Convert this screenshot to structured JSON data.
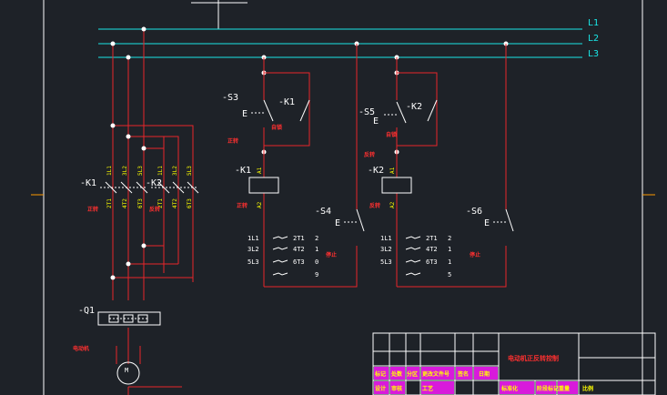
{
  "colors": {
    "background": "#1e2228",
    "wire": "#e8252a",
    "symbol": "#ffffff",
    "bus": "#19e6e6",
    "text_yellow": "#ffff00",
    "title_fill": "#d81adb"
  },
  "bus": {
    "l1": "L1",
    "l2": "L2",
    "l3": "L3"
  },
  "power": {
    "k1": {
      "tag": "-K1",
      "terminals": [
        "1L1",
        "3L2",
        "5L3",
        "2T1",
        "4T2",
        "6T3"
      ],
      "note": "正转"
    },
    "k2": {
      "tag": "-K2",
      "terminals": [
        "1L1",
        "3L2",
        "5L3",
        "2T1",
        "4T2",
        "6T3"
      ],
      "note": "反转"
    },
    "q1": {
      "tag": "-Q1"
    },
    "motor": {
      "label": "M",
      "note": "电动机"
    }
  },
  "control1": {
    "s3": "-S3",
    "k1_contact": "-K1",
    "k1_contact_note": "自锁",
    "s3_note": "正转",
    "coil": "-K1",
    "coil_a1": "A1",
    "coil_a2": "A2",
    "coil_note": "正转",
    "s4": "-S4",
    "s4_note": "停止",
    "relay_rows": [
      {
        "left": "1L1",
        "right": "2T1",
        "num": "2"
      },
      {
        "left": "3L2",
        "right": "4T2",
        "num": "1"
      },
      {
        "left": "5L3",
        "right": "6T3",
        "num": "0"
      },
      {
        "left": "",
        "right": "",
        "num": "9"
      }
    ]
  },
  "control2": {
    "s5": "-S5",
    "k2_contact": "-K2",
    "k2_contact_note": "自锁",
    "s5_note": "反转",
    "coil": "-K2",
    "coil_a1": "A1",
    "coil_a2": "A2",
    "coil_note": "反转",
    "relay_rows": [
      {
        "left": "1L1",
        "right": "2T1",
        "num": "2"
      },
      {
        "left": "3L2",
        "right": "4T2",
        "num": "1"
      },
      {
        "left": "5L3",
        "right": "6T3",
        "num": "1"
      },
      {
        "left": "",
        "right": "",
        "num": "5"
      }
    ]
  },
  "control3": {
    "s6": "-S6",
    "s6_note": "停止"
  },
  "title_block": {
    "title": "电动机正反转控制",
    "cells": [
      "标记",
      "处数",
      "分区",
      "更改文件号",
      "签名",
      "日期",
      "设计",
      "审核",
      "工艺"
    ],
    "small": [
      "标准化",
      "阶段标记",
      "重量",
      "比例"
    ]
  }
}
